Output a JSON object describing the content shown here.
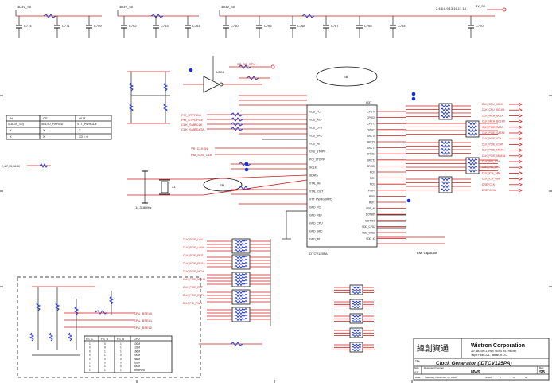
{
  "title_block": {
    "company": "Wistron Corporation",
    "company_cn": "緯創資通",
    "address_lines": [
      "21F, 88, Sec.1, Hsin Tai Wu Rd., Hsichih,",
      "Taipei Hsien 221, Taiwan, R.O.C."
    ],
    "title_label": "Title",
    "title": "Clock Generator (IDTCV125PA)",
    "size_label": "Size",
    "size": "A3",
    "doc_label": "Document Number",
    "doc": "MW9",
    "rev_label": "Rev",
    "rev": "SB",
    "date_label": "Date:",
    "date": "Saturday, December 15, 2008",
    "sheet_label": "Sheet",
    "sheet": "3",
    "of_label": "of",
    "of": "88"
  },
  "main_ic": {
    "ref": "U37",
    "part": "IDTCV125PA",
    "left_pins": [
      "VDD_PCI",
      "VDD_REF",
      "VDD_CPU",
      "VDD_SRC",
      "VDD_48",
      "CPU_STOP#",
      "PCI_STOP#",
      "SCLK",
      "SDATA",
      "XTAL_IN",
      "XTAL_OUT",
      "VTT_PWRGD#/PD",
      "GND_PCI",
      "GND_REF",
      "GND_CPU",
      "GND_SRC",
      "GND_48"
    ],
    "right_pins": [
      "CPUT0",
      "CPUC0",
      "CPUT1",
      "CPUC1",
      "SRCT0",
      "SRCC0",
      "SRCT1",
      "SRCC1",
      "SRCT2",
      "SRCC2",
      "PCI0",
      "PCI1",
      "PCI2",
      "PCIF0",
      "REF0",
      "REF1",
      "USB_48",
      "DOT96T",
      "DOT96C",
      "VDD_CPU2",
      "VDD_SRC2",
      "VDD_IO"
    ]
  },
  "power_nets": {
    "top_left": "3D3V_S0",
    "top_mid": "3D3V_S0",
    "top_right": "3D3V_S0",
    "far_right": "3V_S0",
    "net_list": "2,4,6,8,9,13,16,17,18"
  },
  "caps_top_left": [
    "C774",
    "C771",
    "C759"
  ],
  "caps_top_mid": [
    "C762",
    "C763",
    "C761"
  ],
  "caps_top_right": [
    "C760",
    "C766",
    "C768",
    "C767",
    "C765",
    "C764",
    "C770"
  ],
  "blob_labels": [
    "SB",
    "SB"
  ],
  "inverter": {
    "ref": "U524",
    "net": "SB_S0_CPU"
  },
  "left_table": {
    "headers": [
      "IN",
      "OE",
      "OUT"
    ],
    "subheaders": [
      "0(3D3V_S0)",
      "SEL/IO_PWRGD",
      "VTT_PWRGD#"
    ],
    "rows": [
      [
        "X",
        "X",
        "X"
      ],
      [
        "X",
        "X",
        "X0 = 0"
      ]
    ]
  },
  "fs_table": {
    "headers": [
      "FS_C",
      "FS_B",
      "FS_A",
      "CPU"
    ],
    "rows": [
      [
        "1",
        "0",
        "1",
        "100M"
      ],
      [
        "0",
        "0",
        "1",
        "133M"
      ],
      [
        "0",
        "1",
        "1",
        "166M"
      ],
      [
        "0",
        "1",
        "0",
        "200M"
      ],
      [
        "0",
        "0",
        "0",
        "266M"
      ],
      [
        "1",
        "0",
        "0",
        "333M"
      ],
      [
        "1",
        "1",
        "0",
        "400M"
      ],
      [
        "1",
        "1",
        "1",
        "Reserved"
      ]
    ]
  },
  "crystal": {
    "ref": "X1",
    "freq": "14.318MHz"
  },
  "left_nets": [
    "PM_STPPCI#",
    "PM_STPCPU#",
    "CLK_SMBCLK",
    "CLK_SMBDATA",
    "VR_CLKEN",
    "PM_SUS_CLK"
  ],
  "right_nets": [
    "CLK_CPU_BCLK",
    "CLK_CPU_BCLK#",
    "CLK_MCH_BCLK",
    "CLK_MCH_BCLK#",
    "CLK_PCIE_SATA",
    "CLK_PCIE_SATA#",
    "CLK_PCIE_ICH",
    "CLK_PCIE_ICH#",
    "CLK_PCIE_MINI1",
    "CLK_PCIE_MINI1#",
    "CLK_PCI_ICH",
    "CLK_PCI_LPC",
    "CLK_ICH_14M",
    "CLK_ICH_48M",
    "DREFCLK",
    "DREFCLK#"
  ],
  "bottom_nets": [
    "CLK_PCIE_LAN",
    "CLK_PCIE_LAN#",
    "CLK_PCIE_PEG",
    "CLK_PCIE_PEG#",
    "CLK_PCIE_MCH",
    "CLK_PCIE_MCH#",
    "CLK_PCIE_EXP",
    "CLK_PCIE_EXP#",
    "CLK_PCI_FWH"
  ],
  "right_bottom_note": "EMI capacitor",
  "fs_nets": [
    "CPU_BSEL0",
    "CPU_BSEL1",
    "CPU_BSEL2"
  ],
  "offpage_left": "2,4,7,13,18,30"
}
